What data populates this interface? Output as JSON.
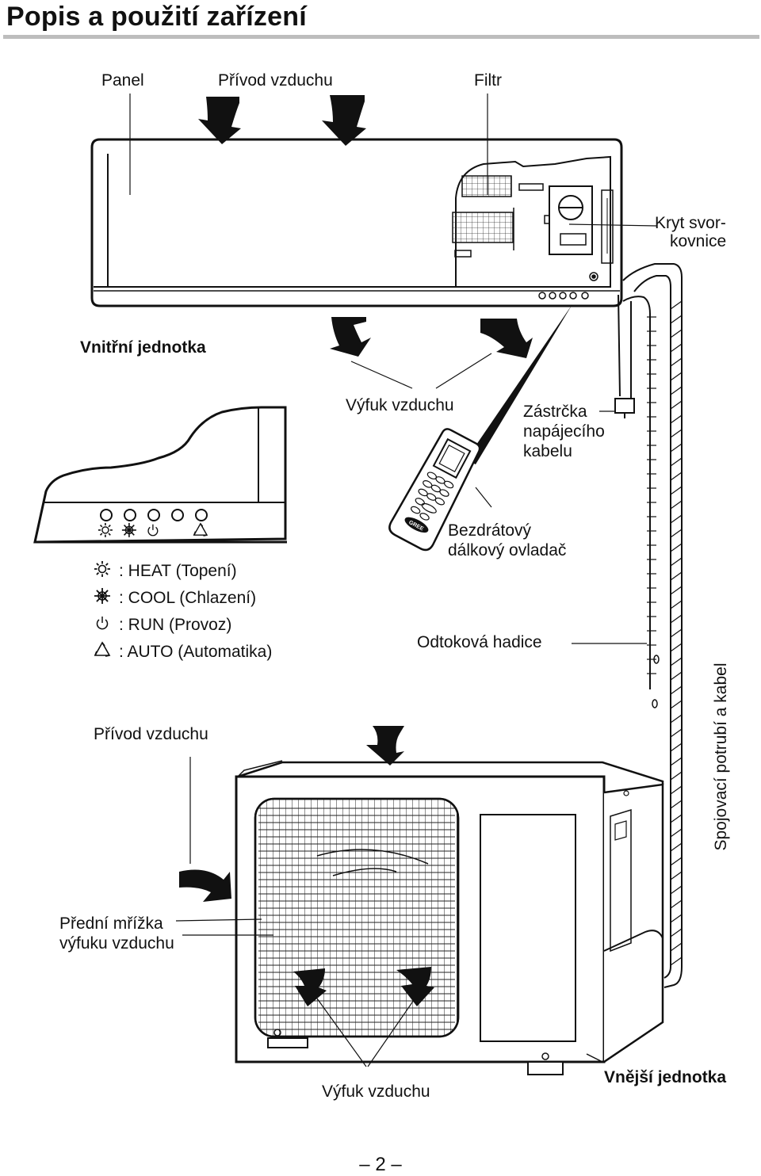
{
  "page_title": "Popis a použití zařízení",
  "labels": {
    "panel": "Panel",
    "air_intake_top": "Přívod vzduchu",
    "filter": "Filtr",
    "terminal_cover_line1": "Kryt svor-",
    "terminal_cover_line2": "kovnice",
    "indoor_unit": "Vnitřní jednotka",
    "air_outlet_top": "Výfuk vzduchu",
    "plug_line1": "Zástrčka",
    "plug_line2": "napájecího",
    "plug_line3": "kabelu",
    "remote_line1": "Bezdrátový",
    "remote_line2": "dálkový ovladač",
    "drain_hose": "Odtoková hadice",
    "piping_cable": "Spojovací potrubí a kabel",
    "air_intake_outdoor": "Přívod vzduchu",
    "front_grille_line1": "Přední mřížka",
    "front_grille_line2": "výfuku vzduchu",
    "air_outlet_bottom": "Výfuk vzduchu",
    "outdoor_unit": "Vnější jednotka",
    "remote_brand": "GREE"
  },
  "legend": [
    {
      "icon": "heat-icon",
      "text": ": HEAT (Topení)"
    },
    {
      "icon": "cool-icon",
      "text": ": COOL (Chlazení)"
    },
    {
      "icon": "run-icon",
      "text": ": RUN (Provoz)"
    },
    {
      "icon": "auto-icon",
      "text": ": AUTO (Automatika)"
    }
  ],
  "page_number": "– 2 –",
  "colors": {
    "line": "#111111",
    "rule": "#bdbdbd",
    "fill": "#ffffff"
  }
}
